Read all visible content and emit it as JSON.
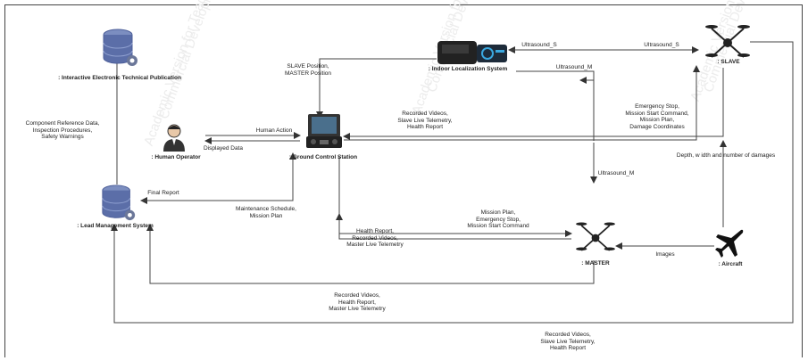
{
  "nodes": {
    "ietp": ": Interactive Electronic Technical Publication",
    "operator": ": Human Operator",
    "gcs": ": Ground Control Station",
    "lms": ": Lead Management System",
    "ils": ": Indoor Localization System",
    "slave": ": SLAVE",
    "master": ": MASTER",
    "aircraft": ": Aircraft"
  },
  "edges": {
    "ietp_lms": [
      "Component Reference Data,",
      "Inspection Procedures,",
      "Safety Warnings"
    ],
    "op_gcs": "Human Action",
    "gcs_op": "Displayed Data",
    "ils_gcs": [
      "SLAVE Position,",
      "MASTER Position"
    ],
    "slave_ils": "Ultrasound_S",
    "ils_slave": "Ultrasound_S",
    "ils_master_top": "Ultrasound_M",
    "slave_gcs": [
      "Recorded Videos,",
      "Slave Live Telemetry,",
      "Health Report"
    ],
    "gcs_slave": [
      "Emergency Stop,",
      "Mission Start Command,",
      "Mission Plan,",
      "Damage Coordinates"
    ],
    "aircraft_slave": "Depth, w idth and number of damages",
    "master_ils": "Ultrasound_M",
    "gcs_lms_final": "Final Report",
    "lms_gcs": [
      "Maintenance Schedule,",
      "Mission Plan"
    ],
    "master_gcs": [
      "Health Report,",
      "Recorded Videos,",
      "Master Live Telemetry"
    ],
    "gcs_master": [
      "Mission Plan,",
      "Emergency Stop,",
      "Mission Start Command"
    ],
    "aircraft_master": "Images",
    "master_lms": [
      "Recorded Videos,",
      "Health Report,",
      "Master Live Telemetry"
    ],
    "slave_lms": [
      "Recorded Videos,",
      "Slave Live Telemetry,",
      "Health Report"
    ]
  },
  "watermark": [
    "Academic Version for Teaching",
    "Commercial Development",
    "Academic Version for Teaching",
    "Commercial Development",
    "Academic Version for Teaching",
    "Commercial Development",
    "Academic Version",
    "Commercial Development",
    "Academic Version for Teaching"
  ]
}
